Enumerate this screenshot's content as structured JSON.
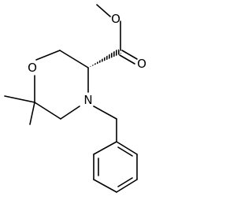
{
  "molecule": {
    "atoms": {
      "ester_o_methyl": "O",
      "ester_o_carbonyl": "O",
      "ring_o": "O",
      "ring_n": "N"
    }
  }
}
